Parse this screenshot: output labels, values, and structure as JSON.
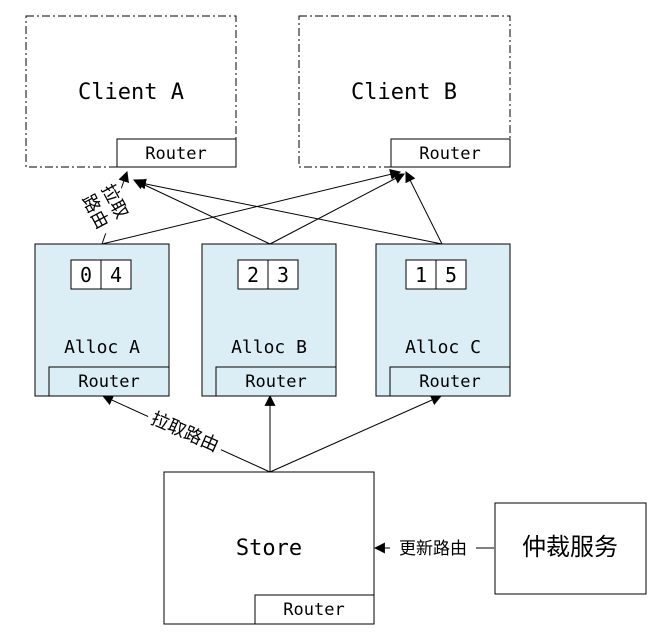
{
  "clients": [
    {
      "title": "Client A",
      "router": "Router"
    },
    {
      "title": "Client B",
      "router": "Router"
    }
  ],
  "allocs": [
    {
      "title": "Alloc A",
      "router": "Router",
      "slots": [
        "0",
        "4"
      ]
    },
    {
      "title": "Alloc B",
      "router": "Router",
      "slots": [
        "2",
        "3"
      ]
    },
    {
      "title": "Alloc C",
      "router": "Router",
      "slots": [
        "1",
        "5"
      ]
    }
  ],
  "store": {
    "title": "Store",
    "router": "Router"
  },
  "arbiter": {
    "title": "仲裁服务"
  },
  "edge_labels": {
    "pull_client": [
      "拉取",
      "路由"
    ],
    "pull_alloc": "拉取路由",
    "update": "更新路由"
  },
  "colors": {
    "alloc_fill": "#dbeef5",
    "stroke": "#000000"
  }
}
